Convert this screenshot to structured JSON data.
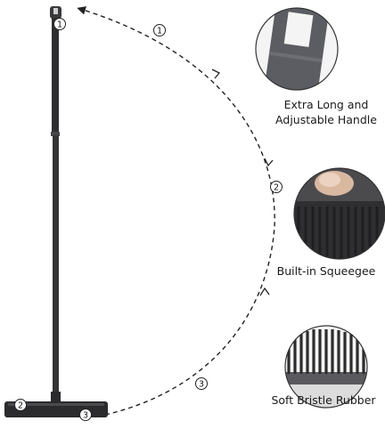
{
  "markers": [
    "1",
    "1",
    "2",
    "2",
    "3",
    "3"
  ],
  "features": [
    {
      "label": "Extra Long and\nAdjustable Handle",
      "icon": "handle-end-closeup"
    },
    {
      "label": "Built-in Squeegee",
      "icon": "squeegee-closeup"
    },
    {
      "label": "Soft Bristle Rubber",
      "icon": "bristle-closeup"
    }
  ],
  "colors": {
    "product": "#2e2e30",
    "product_light": "#4a4a4d",
    "marker_stroke": "#222222",
    "path": "#222222"
  }
}
